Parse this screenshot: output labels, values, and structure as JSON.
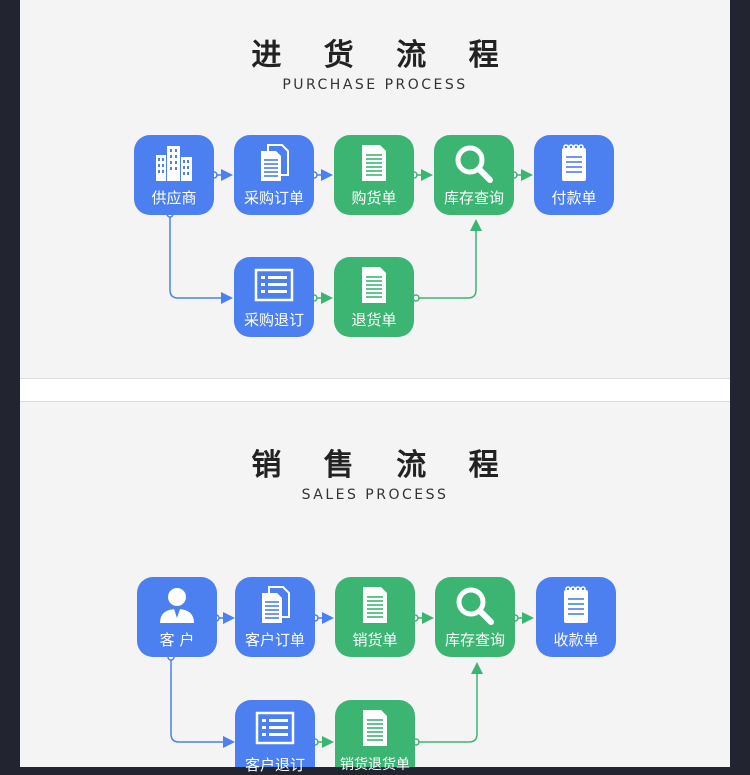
{
  "purchase": {
    "title": "进 货 流 程",
    "subtitle": "PURCHASE PROCESS",
    "nodes": {
      "supplier": "供应商",
      "purchase_order": "采购订单",
      "purchase_receipt": "购货单",
      "inventory_query": "库存查询",
      "payment": "付款单",
      "purchase_return": "采购退订",
      "return_note": "退货单"
    }
  },
  "sales": {
    "title": "销 售 流 程",
    "subtitle": "SALES PROCESS",
    "nodes": {
      "customer": "客 户",
      "customer_order": "客户订单",
      "sales_note": "销货单",
      "inventory_query": "库存查询",
      "receipt": "收款单",
      "customer_return": "客户退订",
      "sales_return_note": "销货退货单"
    }
  },
  "colors": {
    "blue": "#4c7ff0",
    "green": "#3cb572",
    "panel": "#f4f4f5",
    "frame": "#22242f"
  },
  "icons": {
    "supplier": "buildings-icon",
    "order": "documents-icon",
    "note": "document-icon",
    "query": "magnifier-icon",
    "payment": "notepad-icon",
    "return": "list-icon",
    "customer": "person-icon"
  }
}
